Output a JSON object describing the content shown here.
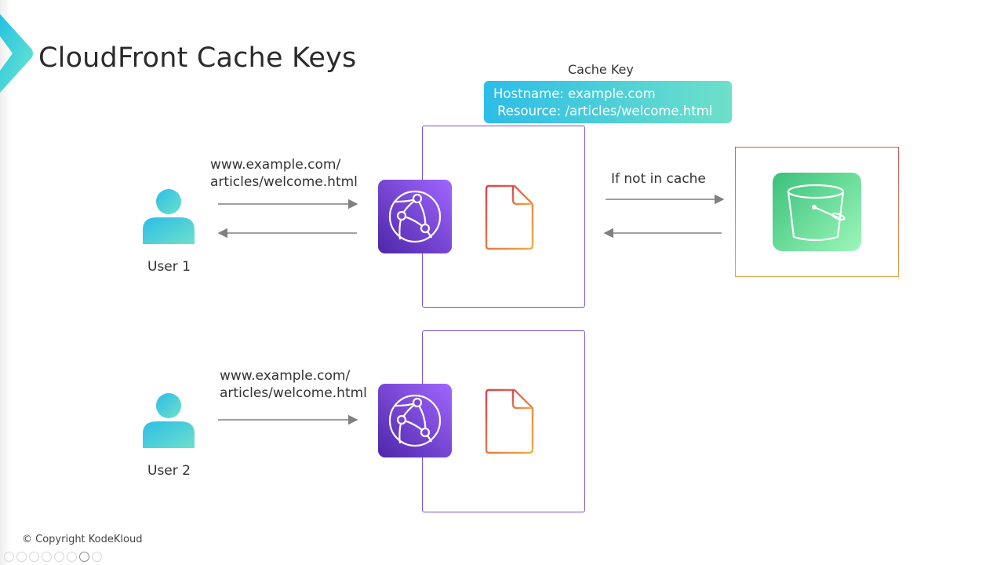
{
  "slide": {
    "title": "CloudFront Cache Keys",
    "copyright": "© Copyright KodeKloud"
  },
  "cache_key": {
    "label": "Cache Key",
    "hostname_line": "Hostname: example.com",
    "resource_line": "Resource: /articles/welcome.html"
  },
  "users": [
    {
      "name": "User 1",
      "request_url_line1": "www.example.com/",
      "request_url_line2": "articles/welcome.html",
      "icon": "user-icon"
    },
    {
      "name": "User 2",
      "request_url_line1": "www.example.com/",
      "request_url_line2": "articles/welcome.html",
      "icon": "user-icon"
    }
  ],
  "edge": {
    "icon": "cloudfront-icon",
    "cached_object_icon": "document-icon"
  },
  "origin": {
    "icon": "s3-bucket-icon",
    "fetch_label": "If not in cache"
  },
  "colors": {
    "cloudfront_purple": "#7a4fd0",
    "cache_key_gradient_start": "#2bbde8",
    "cache_key_gradient_end": "#6ee0c9",
    "s3_green": "#3ac07b",
    "user_cyan": "#2fc6e0",
    "arrow_gray": "#808080"
  },
  "player_controls": [
    "prev-icon",
    "next-icon",
    "pen-icon",
    "copy-icon",
    "zoom-icon",
    "screen-icon",
    "camera-icon",
    "more-icon"
  ]
}
